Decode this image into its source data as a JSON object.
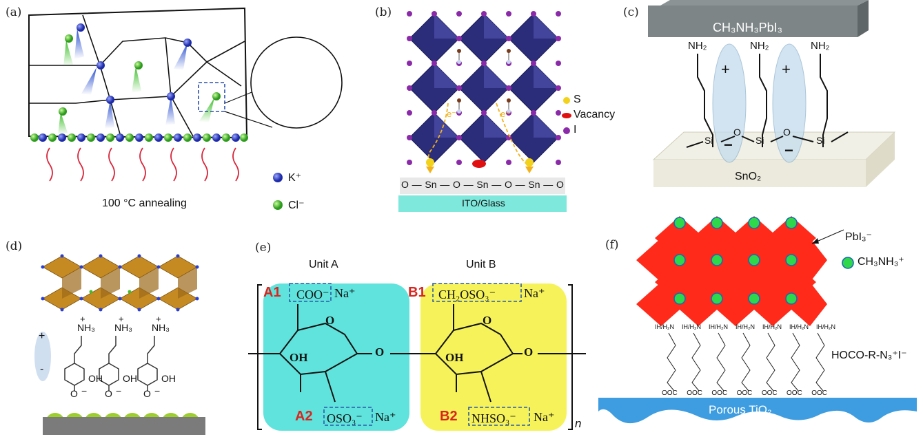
{
  "panels": {
    "a": {
      "label": "(a)",
      "annealing": "100 °C annealing",
      "legend": {
        "k": "K⁺",
        "cl": "Cl⁻"
      },
      "colors": {
        "k": "#2a3fbf",
        "cl": "#3fbf2a",
        "octa": "#7a35ff",
        "heat": "#d9263b"
      }
    },
    "b": {
      "label": "(b)",
      "legend": {
        "s": "S",
        "vacancy": "Vacancy",
        "i": "I"
      },
      "electron": "e⁻",
      "chain": [
        "O",
        "Sn",
        "O",
        "Sn",
        "O",
        "Sn",
        "O"
      ],
      "substrate": "ITO/Glass",
      "colors": {
        "octa": "#2c2d7a",
        "iodide": "#8a2aa8",
        "sulfur": "#f2d21b",
        "vacancy": "#e01010",
        "substrate": "#7fe8dc"
      }
    },
    "c": {
      "label": "(c)",
      "perovskite": "CH₃NH₃PbI₃",
      "substrate": "SnO₂",
      "amine": "NH₂",
      "si": "Si",
      "o": "O",
      "plus": "+",
      "minus": "−"
    },
    "d": {
      "label": "(d)",
      "nh3": "NH₃",
      "plus": "+",
      "oh": "OH",
      "o": "O",
      "minus": "−",
      "dipole_plus": "+",
      "dipole_minus": "-",
      "colors": {
        "octa": "#c58a22",
        "sphere": "#9ccf2a",
        "substrate": "#7b7b7b"
      }
    },
    "e": {
      "label": "(e)",
      "unit_a": "Unit A",
      "unit_b": "Unit B",
      "a1": "A1",
      "a2": "A2",
      "b1": "B1",
      "b2": "B2",
      "a1_group": "COO⁻",
      "a2_group": "OSO₃⁻",
      "b1_group": "CH₂OSO₃⁻",
      "b2_group": "NHSO₃⁻",
      "na": "Na⁺",
      "ring_o": "O",
      "oh": "OH",
      "bridge_o": "O",
      "repeat": "n",
      "colors": {
        "unit_a": "#5fe3dc",
        "unit_b": "#f6f25a",
        "tag": "#d8261f"
      }
    },
    "f": {
      "label": "(f)",
      "pbi": "PbI₃⁻",
      "cation": "CH₃NH₃⁺",
      "linker": "HOCO-R-N₃⁺I⁻",
      "amine": "IH/H₂N",
      "carboxyl": "OOC",
      "substrate": "Porous TiO₂",
      "colors": {
        "octa": "#ff2a1a",
        "cation": "#2ed84a",
        "substrate": "#3d9de0"
      }
    }
  }
}
